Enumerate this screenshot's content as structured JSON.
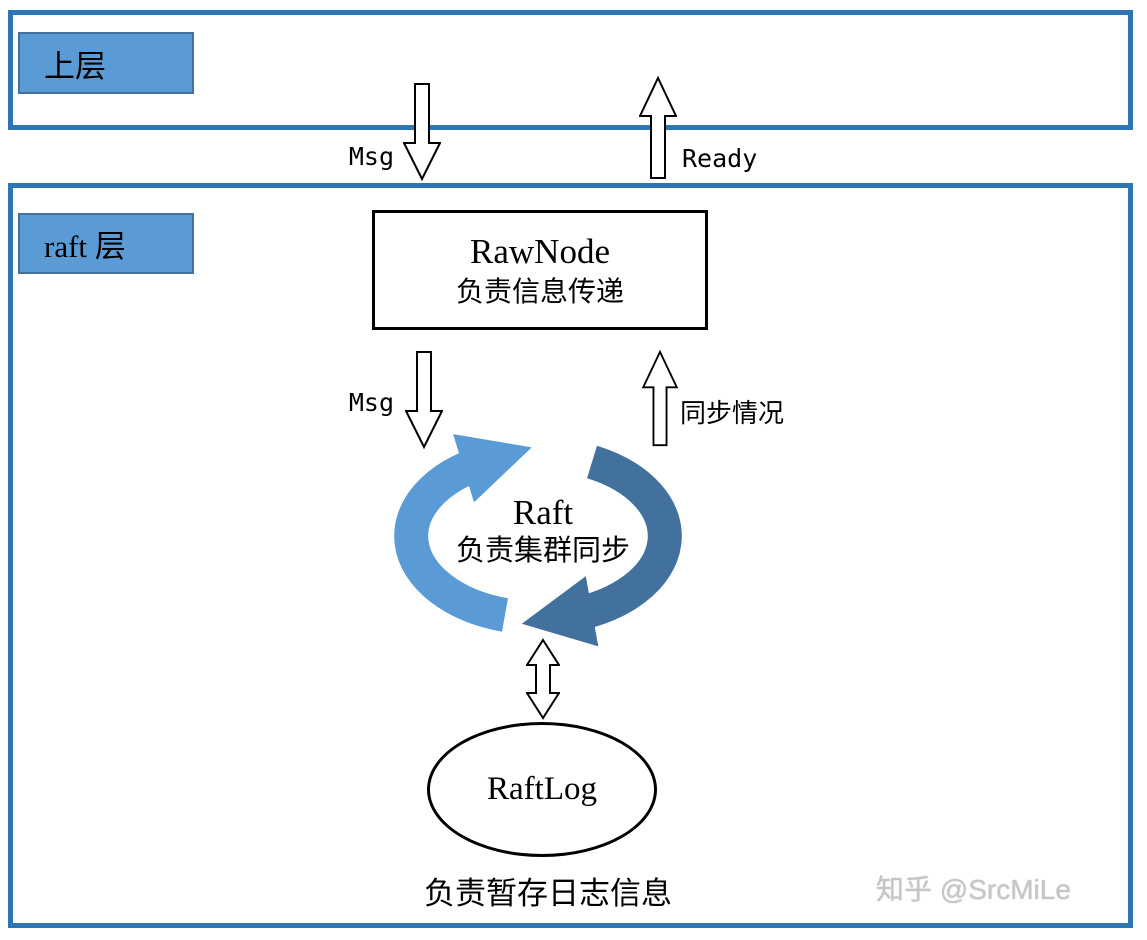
{
  "colors": {
    "frame_border": "#2E75B6",
    "tag_fill": "#5B9BD5",
    "tag_border": "#41719C",
    "cycle_light": "#5B9BD5",
    "cycle_dark": "#41719C"
  },
  "upper_layer": {
    "label": "上层"
  },
  "interlayer_arrows": {
    "down_label": "Msg",
    "up_label": "Ready"
  },
  "raft_layer": {
    "label": "raft 层",
    "rawnode": {
      "title": "RawNode",
      "subtitle": "负责信息传递"
    },
    "inner_arrows": {
      "down_label": "Msg",
      "up_label": "同步情况"
    },
    "cycle": {
      "title": "Raft",
      "subtitle": "负责集群同步"
    },
    "raftlog": {
      "label": "RaftLog"
    },
    "caption": "负责暂存日志信息"
  },
  "watermark": "知乎 @SrcMiLe"
}
